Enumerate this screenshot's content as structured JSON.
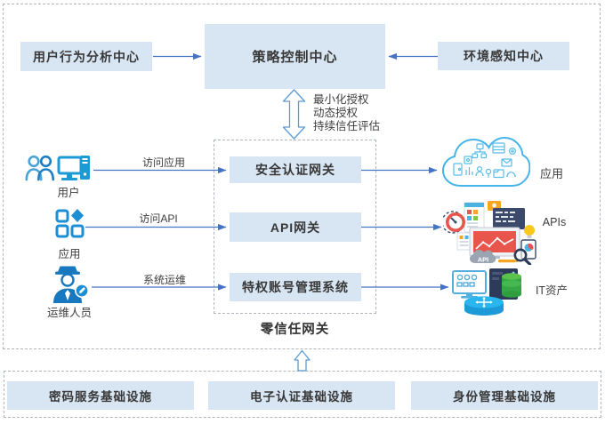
{
  "title_boxes": {
    "user_behavior": "用户行为分析中心",
    "policy_control": "策略控制中心",
    "environment": "环境感知中心"
  },
  "policy_arrow_labels": {
    "line1": "最小化授权",
    "line2": "动态授权",
    "line3": "持续信任评估"
  },
  "zero_trust_gateway": {
    "label": "零信任网关",
    "auth_gateway": "安全认证网关",
    "api_gateway": "API网关",
    "pam_system": "特权账号管理系统"
  },
  "actors": {
    "users": {
      "label": "用户",
      "flow": "访问应用"
    },
    "apps": {
      "label": "应用",
      "flow": "访问API"
    },
    "ops": {
      "label": "运维人员",
      "flow": "系统运维"
    }
  },
  "resources": {
    "apps": "应用",
    "apis": "APIs",
    "it_assets": "IT资产",
    "api_badge": "API"
  },
  "infrastructure": {
    "crypto": "密码服务基础设施",
    "e_auth": "电子认证基础设施",
    "identity": "身份管理基础设施"
  },
  "colors": {
    "box_fill": "#d8e5f2",
    "connector_blue": "#4472c4",
    "hollow_arrow_blue": "#5b9bd5",
    "icon_blue": "#1b8ed4",
    "cloud_outline": "#45b5e8",
    "dashed_border": "#aeb4bb",
    "text": "#3d3d3d"
  }
}
